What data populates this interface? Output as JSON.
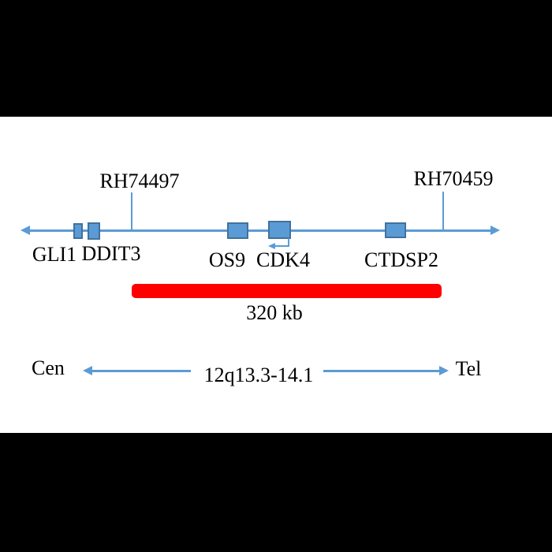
{
  "figure": {
    "colors": {
      "accent_blue": "#5B9BD5",
      "gene_border_blue": "#41719C",
      "region_bar_red": "#FF0000",
      "frame_black": "#000000",
      "background_white": "#FFFFFF",
      "text_black": "#000000"
    },
    "markers": [
      {
        "label": "RH74497"
      },
      {
        "label": "RH70459"
      }
    ],
    "genes": [
      {
        "label": "GLI1"
      },
      {
        "label": "DDIT3"
      },
      {
        "label": "OS9"
      },
      {
        "label": "CDK4"
      },
      {
        "label": "CTDSP2"
      }
    ],
    "region_bar": {
      "label": "320 kb"
    },
    "ideogram": {
      "left_label": "Cen",
      "band_label": "12q13.3-14.1",
      "right_label": "Tel"
    }
  }
}
